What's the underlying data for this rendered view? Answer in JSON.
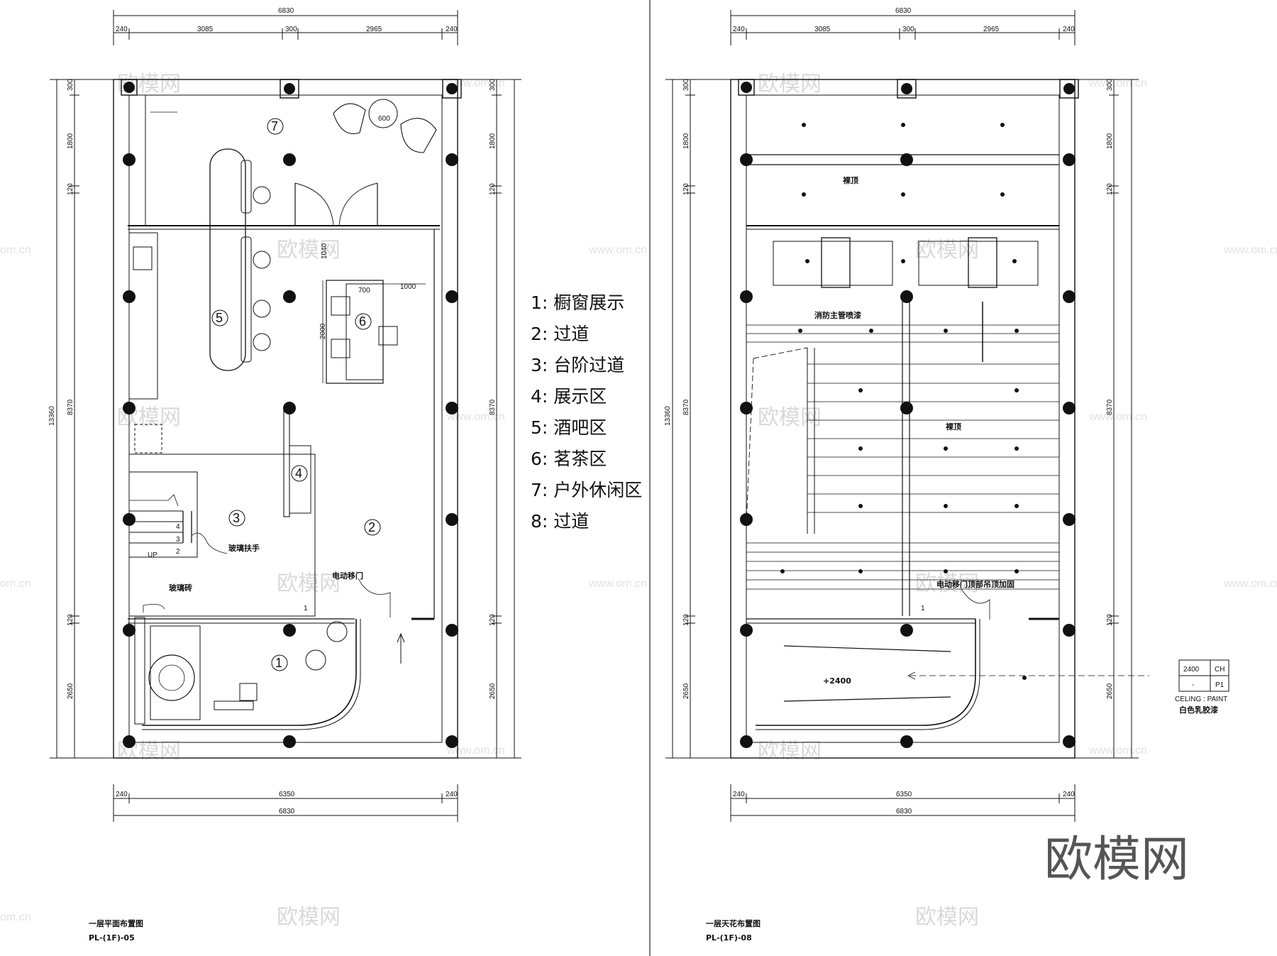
{
  "legend": [
    {
      "num": "1",
      "label": "1: 橱窗展示"
    },
    {
      "num": "2",
      "label": "2: 过道"
    },
    {
      "num": "3",
      "label": "3: 台阶过道"
    },
    {
      "num": "4",
      "label": "4: 展示区"
    },
    {
      "num": "5",
      "label": "5: 酒吧区"
    },
    {
      "num": "6",
      "label": "6: 茗茶区"
    },
    {
      "num": "7",
      "label": "7: 户外休闲区"
    },
    {
      "num": "8",
      "label": "8: 过道"
    }
  ],
  "dims": {
    "total_width": "6830",
    "inner_width": "6350",
    "wall": "240",
    "seg_a": "3085",
    "seg_b": "300",
    "seg_c": "2965",
    "total_height": "13360",
    "h_top": "300",
    "h_1800": "1800",
    "h_120": "120",
    "h_8370": "8370",
    "h_2650": "2650",
    "bar_1040": "1040",
    "bar_700": "700",
    "bar_1000": "1000",
    "bar_2000": "2000"
  },
  "plan_left": {
    "title": "一层平面布置图",
    "code": "PL-(1F)-05",
    "notes": {
      "glass_rail": "玻璃扶手",
      "glass_brick": "玻璃砖",
      "electric_door": "电动移门",
      "up": "UP",
      "steps": [
        "4",
        "3",
        "2"
      ],
      "mark_1": "1",
      "table_600": "600"
    }
  },
  "plan_right": {
    "title": "一层天花布置图",
    "code": "PL-(1F)-08",
    "notes": {
      "bare_top_1": "裸顶",
      "bare_top_2": "裸顶",
      "fire_pipe": "消防主管喷漆",
      "door_detail": "电动移门顶部吊顶加固",
      "ceiling_level": "+2400",
      "mark_1": "1"
    },
    "tag": {
      "ch": "2400",
      "ch_label": "CH",
      "dash": "-",
      "p1": "P1",
      "caption": "CELING : PAINT",
      "finish": "白色乳胶漆"
    }
  },
  "watermark": {
    "cn": "欧模网",
    "url": "www.om.cn",
    "url_short": "om.cn"
  }
}
